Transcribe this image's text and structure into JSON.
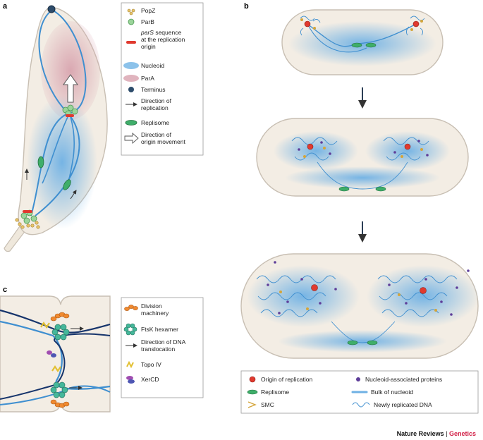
{
  "panels": {
    "a": "a",
    "b": "b",
    "c": "c"
  },
  "legend_a": {
    "popz": "PopZ",
    "parb": "ParB",
    "pars_1_italic": "parS",
    "pars_1_rest": " sequence",
    "pars_2": "at the replication",
    "pars_3": "origin",
    "nucleoid": "Nucleoid",
    "para": "ParA",
    "terminus": "Terminus",
    "dir_rep_1": "Direction of",
    "dir_rep_2": "replication",
    "replisome": "Replisome",
    "dir_origin_1": "Direction of",
    "dir_origin_2": "origin movement"
  },
  "legend_b": {
    "origin": "Origin of replication",
    "nap": "Nucleoid-associated proteins",
    "replisome": "Replisome",
    "bulk": "Bulk of nucleoid",
    "smc": "SMC",
    "newly": "Newly replicated DNA"
  },
  "legend_c": {
    "division_1": "Division",
    "division_2": "machinery",
    "ftsk": "FtsK hexamer",
    "dir_dna_1": "Direction of DNA",
    "dir_dna_2": "translocation",
    "topo": "Topo IV",
    "xercd": "XerCD"
  },
  "credit": {
    "journal": "Nature Reviews",
    "separator": " | ",
    "section": "Genetics"
  },
  "colors": {
    "cell_fill": "#f3ede4",
    "cell_stroke": "#c8bfb3",
    "nucleoid": "#6fb1e4",
    "dna": "#3f8fd0",
    "dna_dark": "#16346b",
    "para": "#d7a0ac",
    "replisome": "#3fae6a",
    "origin": "#e03a2f",
    "nap": "#5e3d99",
    "smc": "#d4a53a",
    "popz": "#e8c46a",
    "terminus": "#2d4c6b",
    "division": "#f08a30",
    "ftsk": "#45b79a",
    "topo": "#e2c033",
    "xercd": "#a04db0"
  }
}
